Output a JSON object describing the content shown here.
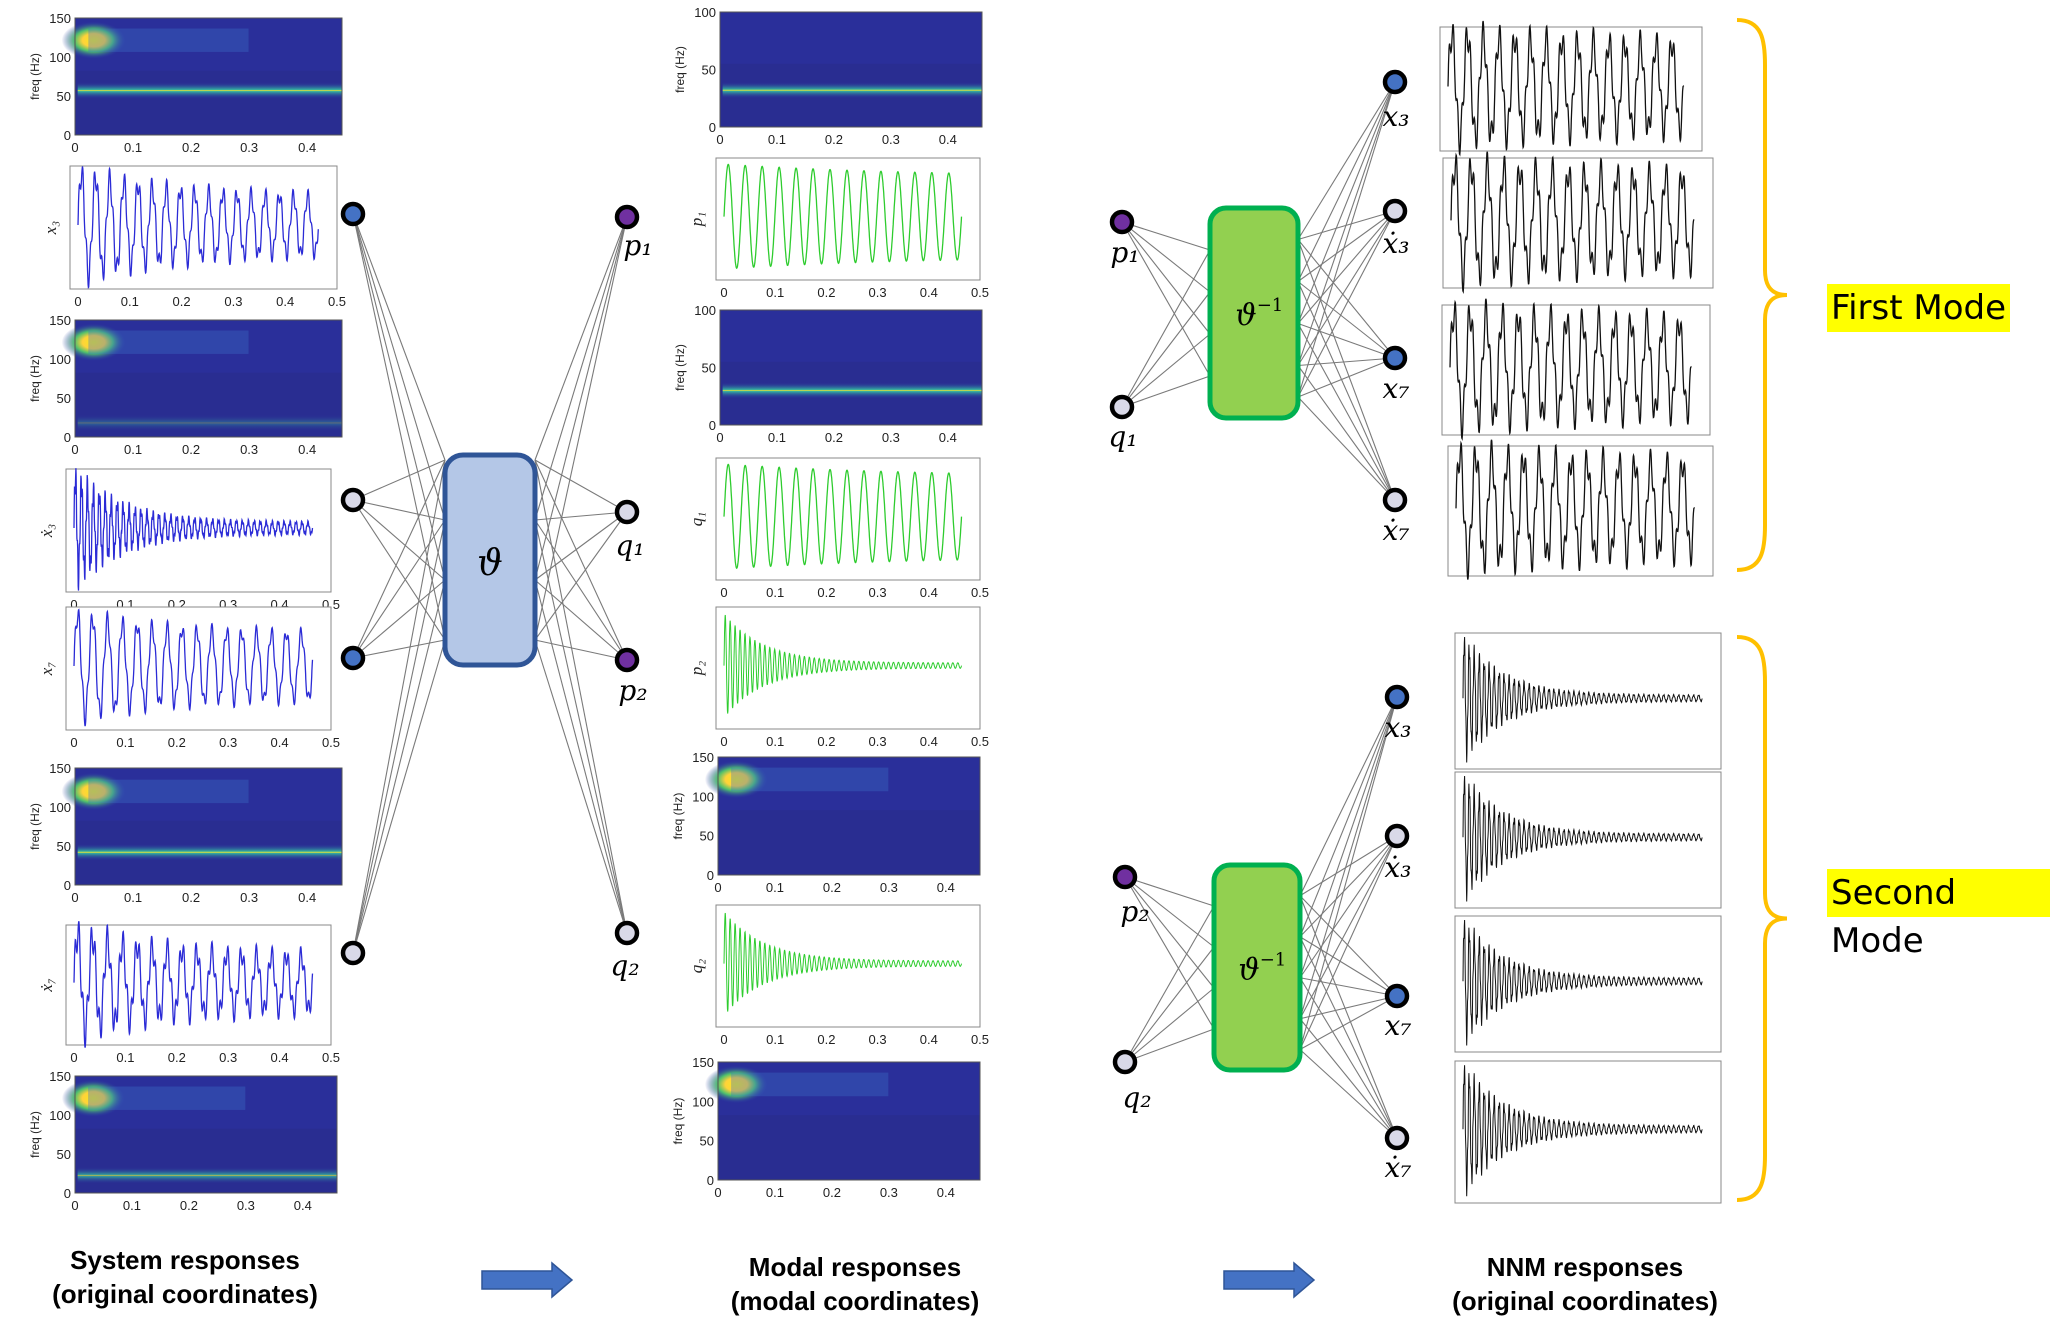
{
  "panels": {
    "spectrogram_ylabel": "freq (Hz)",
    "spec_yticks_150": [
      "150",
      "100",
      "50",
      "0"
    ],
    "spec_yticks_100": [
      "100",
      "50",
      "0"
    ],
    "spec_xticks": [
      "0",
      "0.1",
      "0.2",
      "0.3",
      "0.4"
    ],
    "sig_xticks": [
      "0",
      "0.1",
      "0.2",
      "0.3",
      "0.4",
      "0.5"
    ]
  },
  "system": {
    "title_line1": "System responses",
    "title_line2": "(original coordinates)",
    "signal_labels": [
      "x₃",
      "ẋ₃",
      "x₇",
      "ẋ₇"
    ],
    "nodes": [
      "x₃",
      "ẋ₃",
      "x₇",
      "ẋ₇"
    ]
  },
  "encoder": {
    "label": "ϑ"
  },
  "modal": {
    "title_line1": "Modal responses",
    "title_line2": "(modal coordinates)",
    "signal_labels": [
      "p₁",
      "q₁",
      "p₂",
      "q₂"
    ],
    "nodes": [
      "p₁",
      "q₁",
      "p₂",
      "q₂"
    ]
  },
  "decoder": {
    "label_base": "ϑ",
    "label_sup": "−1"
  },
  "nnm": {
    "title_line1": "NNM responses",
    "title_line2": "(original coordinates)",
    "first": {
      "inputs": [
        "p₁",
        "q₁"
      ],
      "outputs": [
        "x₃",
        "ẋ₃",
        "x₇",
        "ẋ₇"
      ],
      "mode_label": "First Mode"
    },
    "second": {
      "inputs": [
        "p₂",
        "q₂"
      ],
      "outputs": [
        "x₃",
        "ẋ₃",
        "x₇",
        "ẋ₇"
      ],
      "mode_label": "Second Mode"
    }
  },
  "colors": {
    "system_signal": "#2b2bd6",
    "modal_signal": "#2ecc2e",
    "nnm_signal": "#111111",
    "encoder_fill": "#b4c7e7",
    "encoder_border": "#2f5597",
    "decoder_fill": "#92d050",
    "decoder_border": "#00b050",
    "node_blue": "#4472c4",
    "node_purple": "#7030a0",
    "node_light": "#d9d9e8",
    "brace": "#ffc000",
    "highlight": "#ffff00",
    "arrow": "#4472c4",
    "spec_bg": "#2a2f9a"
  }
}
